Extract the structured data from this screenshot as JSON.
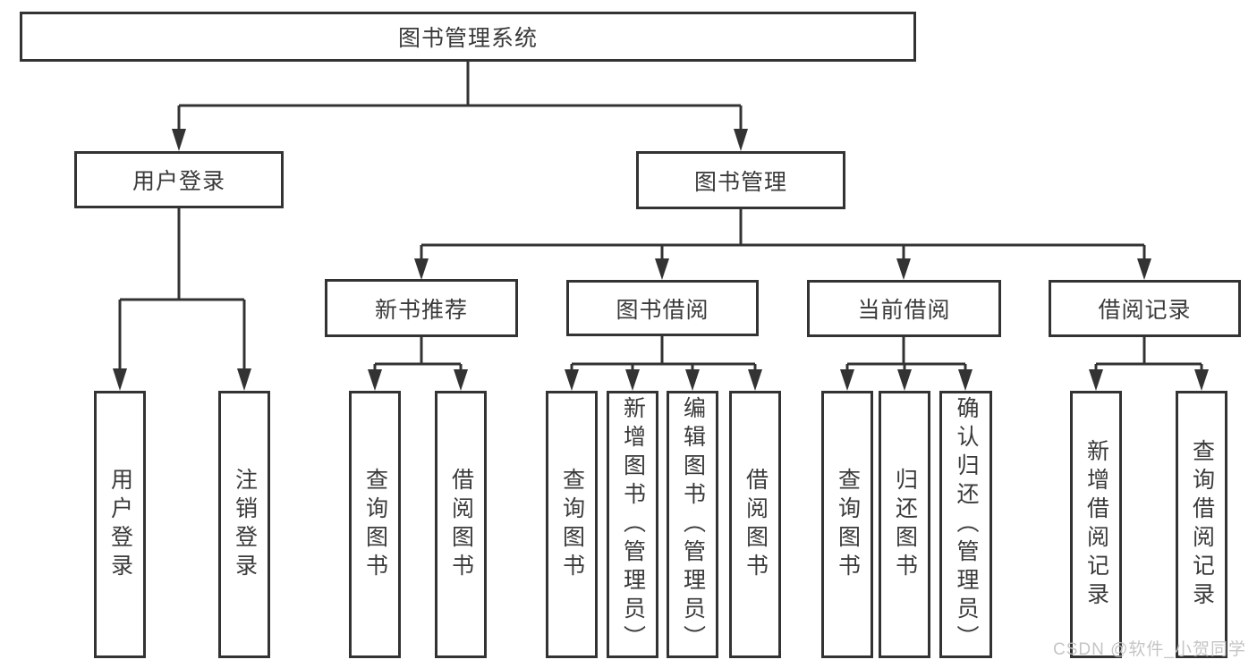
{
  "tree": {
    "label": "图书管理系统",
    "children": [
      {
        "label": "用户登录",
        "children": [
          {
            "label": "用户登录"
          },
          {
            "label": "注销登录"
          }
        ]
      },
      {
        "label": "图书管理",
        "children": [
          {
            "label": "新书推荐",
            "children": [
              {
                "label": "查询图书"
              },
              {
                "label": "借阅图书"
              }
            ]
          },
          {
            "label": "图书借阅",
            "children": [
              {
                "label": "查询图书"
              },
              {
                "label": "新增图书（管理员）"
              },
              {
                "label": "编辑图书（管理员）"
              },
              {
                "label": "借阅图书"
              }
            ]
          },
          {
            "label": "当前借阅",
            "children": [
              {
                "label": "查询图书"
              },
              {
                "label": "归还图书"
              },
              {
                "label": "确认归还（管理员）"
              }
            ]
          },
          {
            "label": "借阅记录",
            "children": [
              {
                "label": "新增借阅记录"
              },
              {
                "label": "查询借阅记录"
              }
            ]
          }
        ]
      }
    ]
  },
  "watermark": {
    "text": "CSDN @软件_小贺同学",
    "color": "#c2c2c2"
  },
  "colors": {
    "line": "#333333",
    "box_border": "#333333",
    "text": "#3a3a3a",
    "background": "#ffffff"
  }
}
